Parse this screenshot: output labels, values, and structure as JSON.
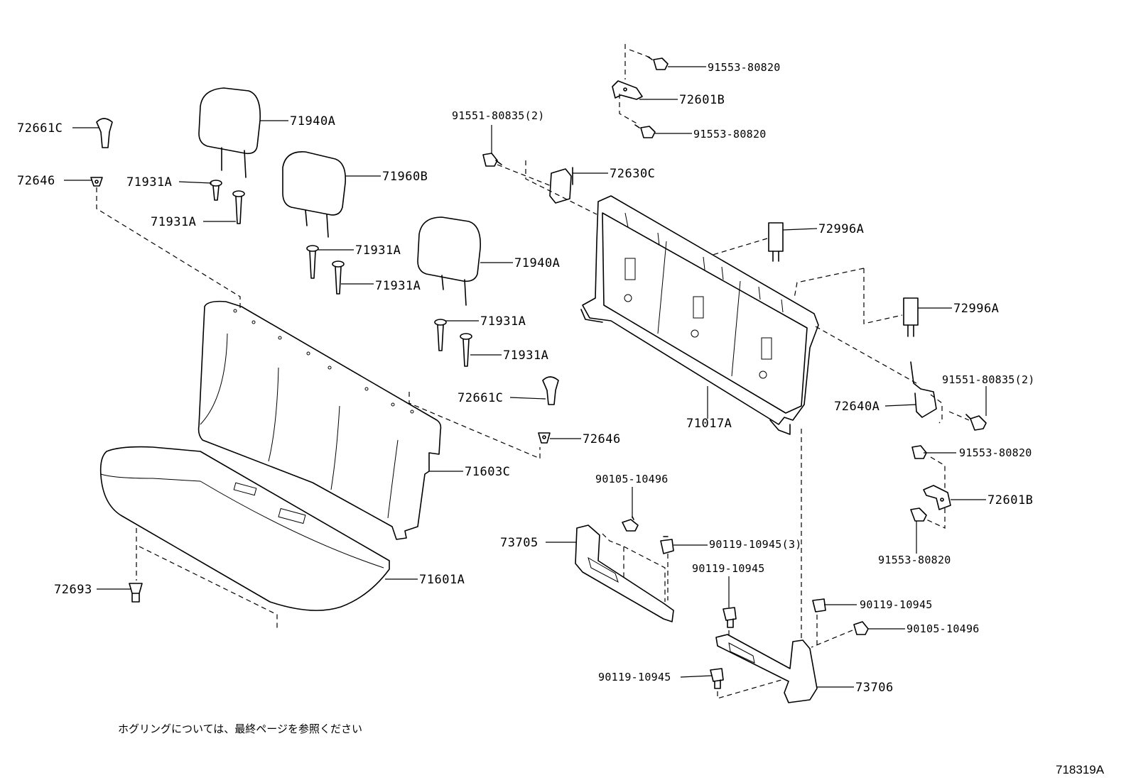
{
  "labels": {
    "l01": "72661C",
    "l02": "72646",
    "l03": "71940A",
    "l04": "71931A",
    "l05": "71931A",
    "l06": "71960B",
    "l07": "71931A",
    "l08": "71931A",
    "l09": "71940A",
    "l10": "71931A",
    "l11": "71931A",
    "l12": "72661C",
    "l13": "72646",
    "l14": "71603C",
    "l15": "71601A",
    "l16": "72693",
    "l17": "91553-80820",
    "l18": "72601B",
    "l19": "91553-80820",
    "l20": "91551-80835(2)",
    "l21": "72630C",
    "l22": "72996A",
    "l23": "72996A",
    "l24": "71017A",
    "l25": "91551-80835(2)",
    "l26": "72640A",
    "l27": "91553-80820",
    "l28": "72601B",
    "l29": "91553-80820",
    "l30": "90105-10496",
    "l31": "73705",
    "l32": "90119-10945(3)",
    "l33": "90119-10945",
    "l34": "90119-10945",
    "l35": "90105-10496",
    "l36": "90119-10945",
    "l37": "73706"
  },
  "note": "ホグリングについては、最終ページを参照ください",
  "reference": "718319A"
}
